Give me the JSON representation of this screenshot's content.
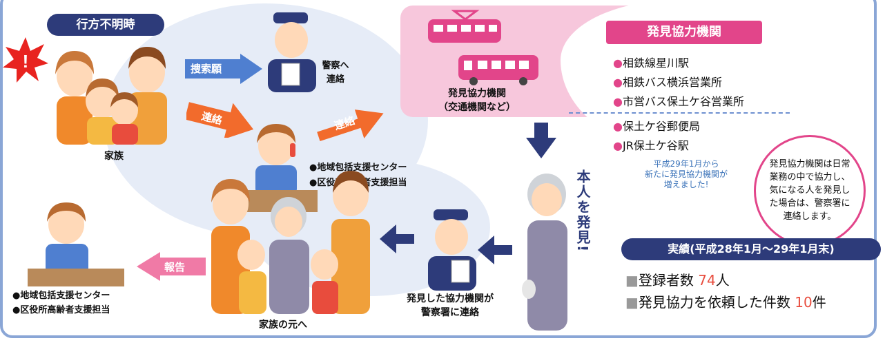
{
  "missing_label": "行方不明時",
  "family_label": "家族",
  "search_request": "捜索願",
  "police_contact": "警察へ\n連絡",
  "contact_arrow_1": "連絡",
  "contact_arrow_2": "連絡",
  "center_lines": [
    "●地域包括支援センター",
    "●区役所高齢者支援担当"
  ],
  "coop_caption": "発見協力機関\n（交通機関など）",
  "coop_title": "発見協力機関",
  "coop_items": [
    "相鉄線星川駅",
    "相鉄バス横浜営業所",
    "市営バス保土ケ谷営業所",
    "保土ケ谷郵便局",
    "JR保土ケ谷駅"
  ],
  "coop_note": "平成29年1月から\n新たに発見協力機関が\n増えました!",
  "bubble_text": "発見協力機関は日常業務の中で協力し、気になる人を発見した場合は、警察署に連絡します。",
  "found_text": "本人を発見!",
  "police_report_caption": "発見した協力機関が\n警察署に連絡",
  "family_return": "家族の元へ",
  "report_label": "報告",
  "bottom_left_lines": [
    "●地域包括支援センター",
    "●区役所高齢者支援担当"
  ],
  "results_title": "実績(平成28年1月〜29年1月末)",
  "stat1": {
    "label": "登録者数 ",
    "value": "74",
    "unit": "人"
  },
  "stat2": {
    "label": "発見協力を依頼した件数 ",
    "value": "10",
    "unit": "件"
  },
  "colors": {
    "navy": "#2d3b7a",
    "magenta": "#e2458a",
    "orange": "#f26b2c",
    "blue_arrow": "#4f7fd0",
    "pink_panel": "#f7c7dc"
  }
}
